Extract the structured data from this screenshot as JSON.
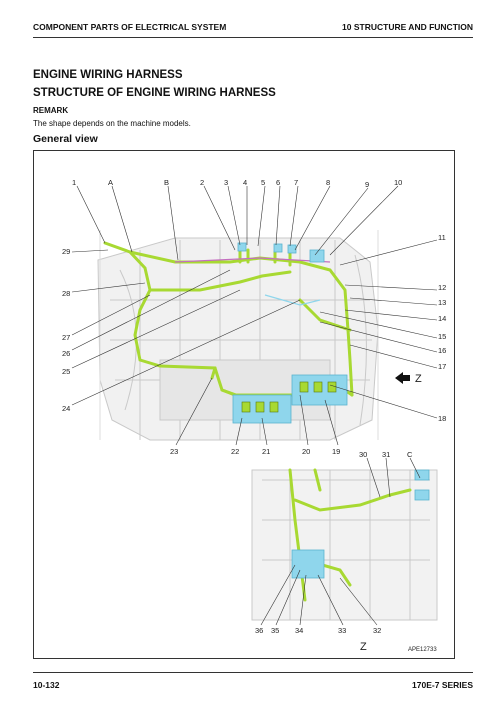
{
  "header": {
    "left": "COMPONENT PARTS OF ELECTRICAL SYSTEM",
    "right": "10 STRUCTURE AND FUNCTION"
  },
  "title": "ENGINE WIRING HARNESS",
  "subtitle": "STRUCTURE OF ENGINE WIRING HARNESS",
  "remark_label": "REMARK",
  "remark_text": "The shape depends on the machine models.",
  "section": "General view",
  "view_label": "Z",
  "view_arrow_label": "Z",
  "figure_code": "APE12733",
  "footer": {
    "left": "10-132",
    "right": "170E-7 SERIES"
  },
  "callouts": {
    "c1": "1",
    "cA": "A",
    "cB": "B",
    "c2": "2",
    "c3": "3",
    "c4": "4",
    "c5": "5",
    "c6": "6",
    "c7": "7",
    "c8": "8",
    "c9": "9",
    "c10": "10",
    "c11": "11",
    "c12": "12",
    "c13": "13",
    "c14": "14",
    "c15": "15",
    "c16": "16",
    "c17": "17",
    "c18": "18",
    "c19": "19",
    "c20": "20",
    "c21": "21",
    "c22": "22",
    "c23": "23",
    "c24": "24",
    "c25": "25",
    "c26": "26",
    "c27": "27",
    "c28": "28",
    "c29": "29",
    "c30": "30",
    "c31": "31",
    "cC": "C",
    "c32": "32",
    "c33": "33",
    "c34": "34",
    "c35": "35",
    "c36": "36"
  },
  "colors": {
    "harness": "#a8d932",
    "connector": "#8fd6ec",
    "accent_line": "#c46fc0",
    "engine": "#c9c9c9"
  }
}
